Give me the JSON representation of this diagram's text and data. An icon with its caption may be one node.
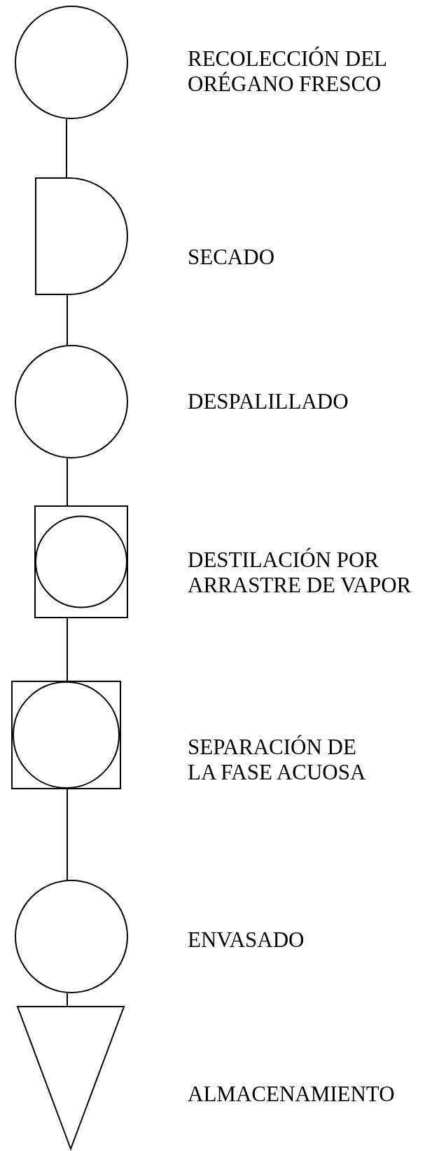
{
  "diagram": {
    "nodes": [
      {
        "text": [],
        "shape": "circle",
        "beside": [
          "RECOLECCIÓN DEL ORÉGANO FRESCO"
        ]
      },
      {
        "text": [],
        "shape": "delay",
        "beside": [
          "SECADO"
        ]
      },
      {
        "text": [],
        "shape": "circle",
        "beside": [
          "DESPALILLADO"
        ]
      },
      {
        "text": [],
        "shape": "combined",
        "beside": [
          "DESTILACIÓN POR ARRASTRE DE VAPOR"
        ]
      },
      {
        "text": [],
        "shape": "combined",
        "beside": [
          "SEPARACIÓN DE LA FASE ACUOSA"
        ]
      },
      {
        "text": [],
        "shape": "circle",
        "beside": [
          "ENVASADO"
        ]
      },
      {
        "text": [],
        "shape": "triangle",
        "beside": [
          "ALMACENAMIENTO"
        ]
      }
    ],
    "edges": [
      {
        "from": 0,
        "to": 1,
        "arrow": "none"
      },
      {
        "from": 1,
        "to": 2,
        "arrow": "none"
      },
      {
        "from": 2,
        "to": 3,
        "arrow": "none"
      },
      {
        "from": 3,
        "to": 4,
        "arrow": "none"
      },
      {
        "from": 4,
        "to": 5,
        "arrow": "none"
      },
      {
        "from": 5,
        "to": 6,
        "arrow": "none"
      }
    ]
  }
}
